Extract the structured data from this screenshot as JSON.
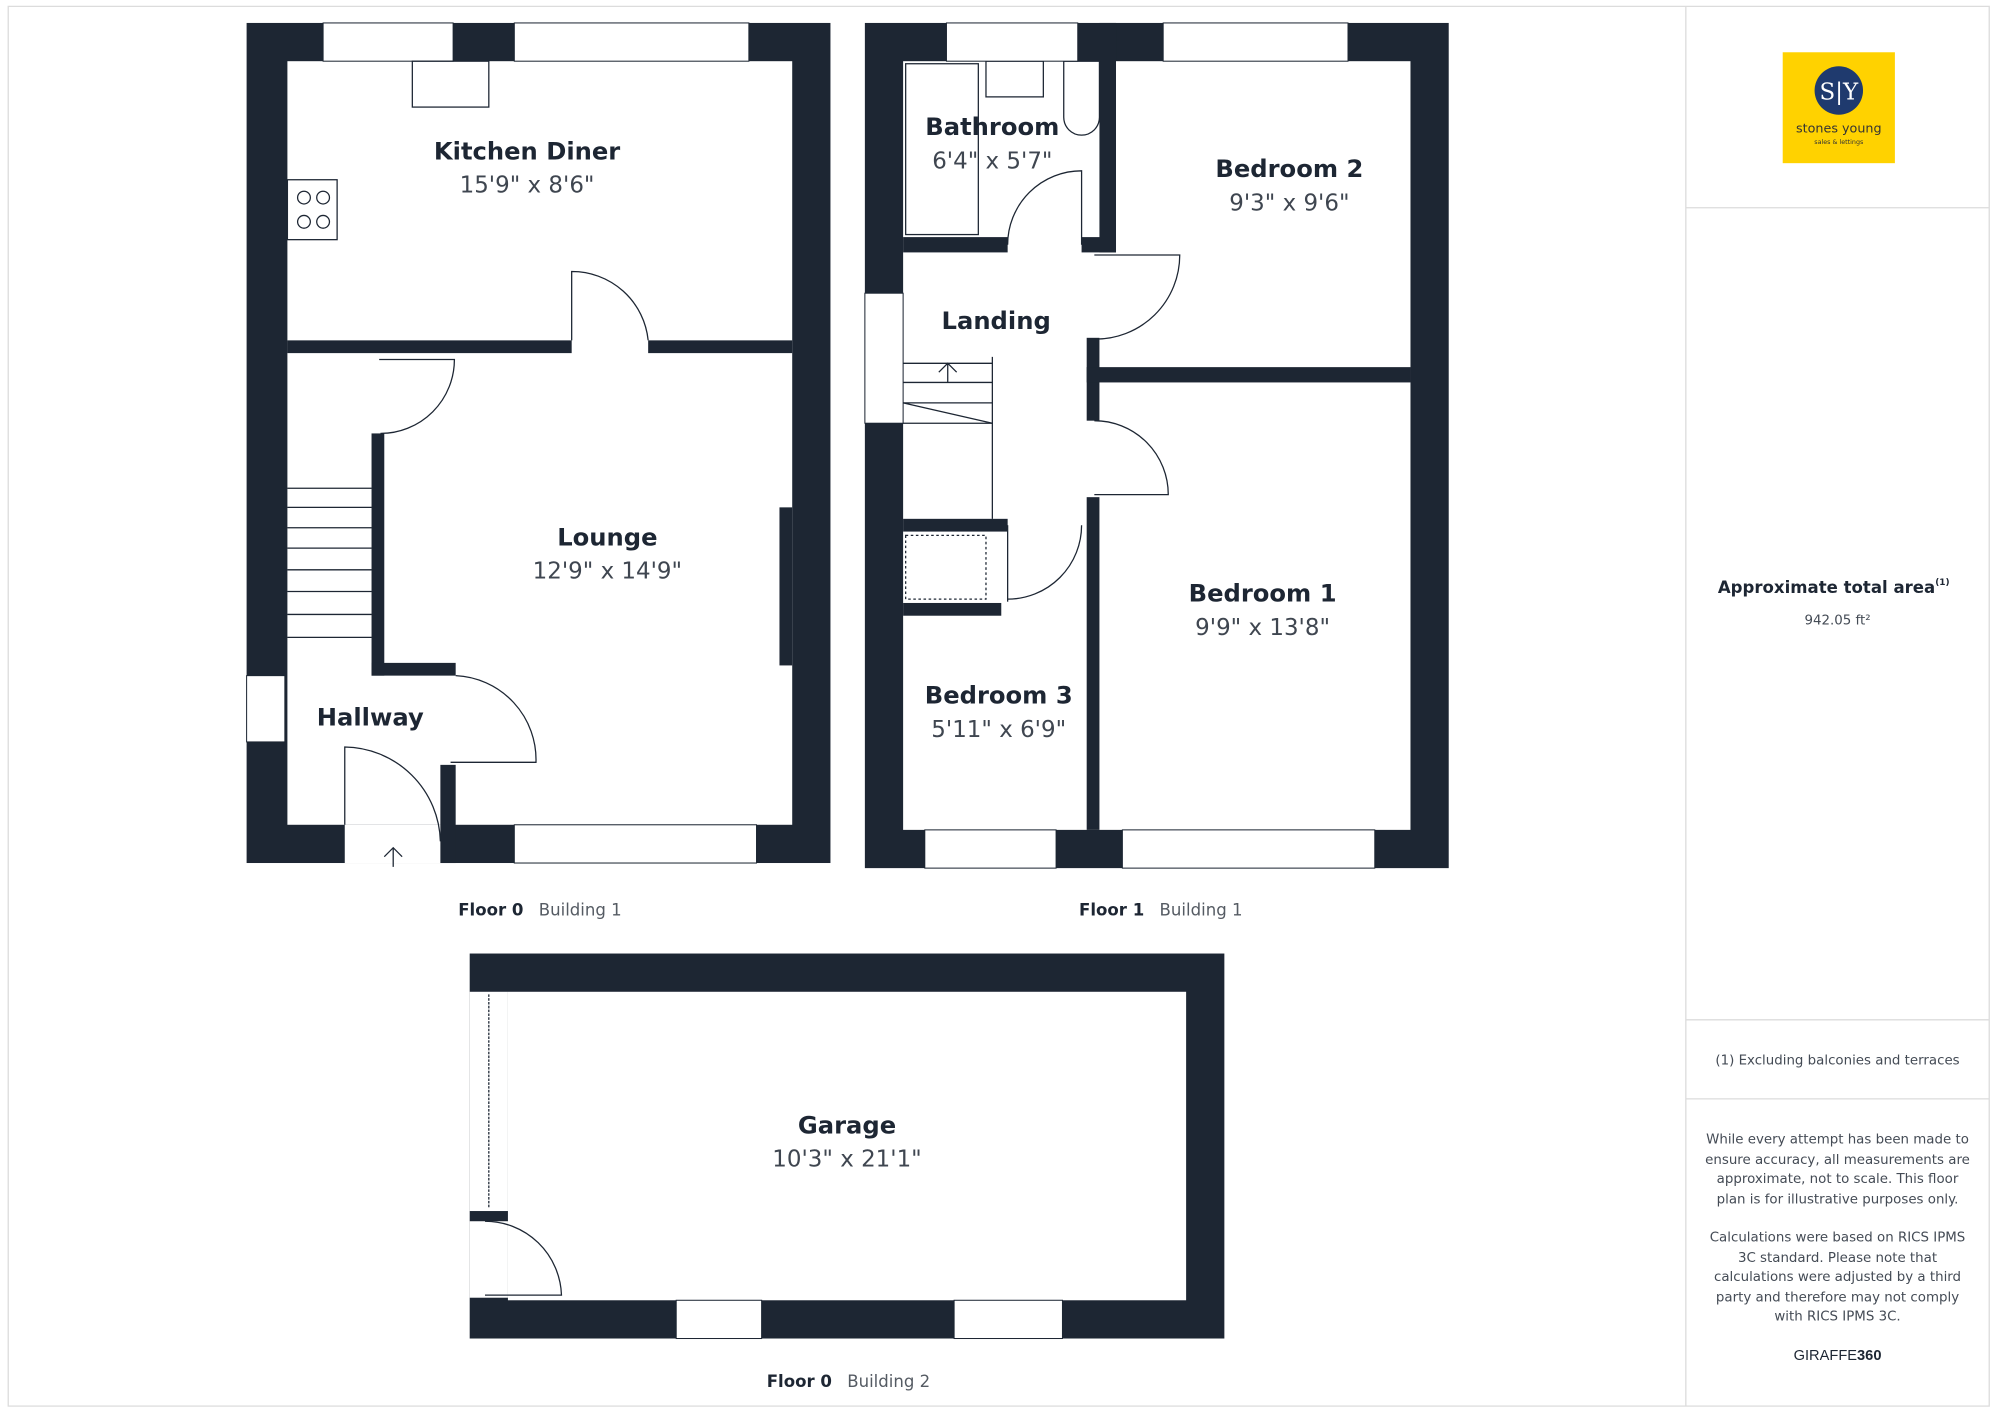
{
  "rooms": {
    "kitchen": {
      "name": "Kitchen Diner",
      "dims": "15'9\" x 8'6\""
    },
    "lounge": {
      "name": "Lounge",
      "dims": "12'9\" x 14'9\""
    },
    "hallway": {
      "name": "Hallway"
    },
    "landing": {
      "name": "Landing"
    },
    "bathroom": {
      "name": "Bathroom",
      "dims": "6'4\" x 5'7\""
    },
    "bedroom2": {
      "name": "Bedroom 2",
      "dims": "9'3\" x 9'6\""
    },
    "bedroom1": {
      "name": "Bedroom 1",
      "dims": "9'9\" x 13'8\""
    },
    "bedroom3": {
      "name": "Bedroom 3",
      "dims": "5'11\" x 6'9\""
    },
    "garage": {
      "name": "Garage",
      "dims": "10'3\" x 21'1\""
    }
  },
  "floor_labels": [
    {
      "floor": "Floor 0",
      "building": "Building 1"
    },
    {
      "floor": "Floor 1",
      "building": "Building 1"
    },
    {
      "floor": "Floor 0",
      "building": "Building 2"
    }
  ],
  "panel": {
    "logo": {
      "initials": "S|Y",
      "brand": "stones young",
      "tagline": "sales & lettings",
      "bg_color": "#ffd200",
      "circle_color": "#1f3a6e"
    },
    "area_label": "Approximate total area",
    "area_sup": "(1)",
    "area_value": "942.05 ft²",
    "footnote": "(1) Excluding balconies and terraces",
    "disclaimer_lines": [
      "While every attempt has been made to",
      "ensure accuracy, all measurements are",
      "approximate, not to scale. This floor",
      "plan is for illustrative purposes only."
    ],
    "calc_lines": [
      "Calculations were based on RICS IPMS",
      "3C standard. Please note that",
      "calculations were adjusted by a third",
      "party and therefore may not comply",
      "with RICS IPMS 3C."
    ],
    "brand_a": "GIRAFFE",
    "brand_b": "360"
  },
  "colors": {
    "wall": "#1d2633"
  }
}
